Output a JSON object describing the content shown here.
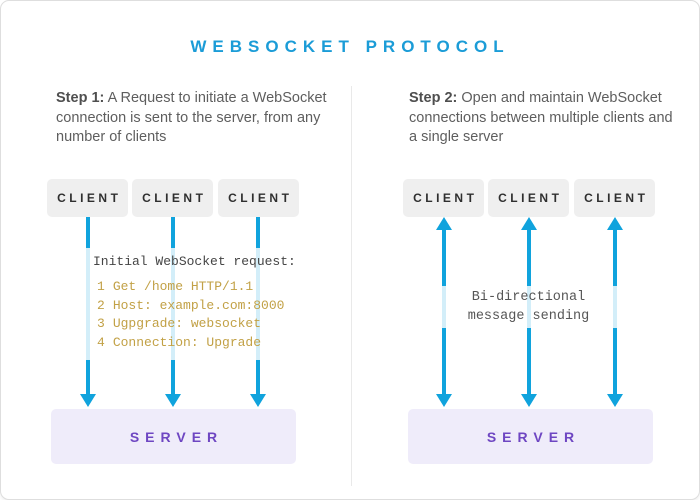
{
  "title": "WEBSOCKET PROTOCOL",
  "colors": {
    "accent": "#1b9cd7",
    "arrow": "#10a3dd",
    "server-text": "#6e46c2",
    "server-bg": "#efecfa",
    "client-bg": "#efefef",
    "code-gold": "#c2a146"
  },
  "left": {
    "step_label": "Step 1:",
    "step_text": " A Request to initiate a WebSocket connection is sent to the server, from any number of clients",
    "clients": [
      "CLIENT",
      "CLIENT",
      "CLIENT"
    ],
    "code_title": "Initial WebSocket request:",
    "code_lines": [
      {
        "num": "1",
        "text": "Get /home HTTP/1.1"
      },
      {
        "num": "2",
        "text": "Host: example.com:8000"
      },
      {
        "num": "3",
        "text": "Ugpgrade: websocket"
      },
      {
        "num": "4",
        "text": "Connection: Upgrade"
      }
    ],
    "server": "SERVER"
  },
  "right": {
    "step_label": "Step 2:",
    "step_text": " Open and maintain WebSocket connections between multiple clients and a single server",
    "clients": [
      "CLIENT",
      "CLIENT",
      "CLIENT"
    ],
    "annotation_line1": "Bi-directional",
    "annotation_line2": "message sending",
    "server": "SERVER"
  }
}
